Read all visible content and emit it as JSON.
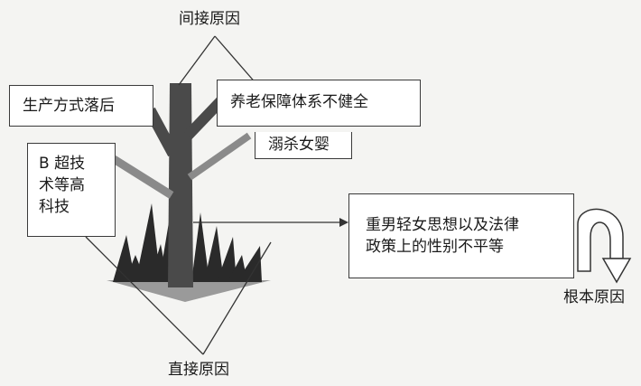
{
  "labels": {
    "indirect_cause": "间接原因",
    "direct_cause": "直接原因",
    "root_cause": "根本原因"
  },
  "boxes": {
    "backward_production": "生产方式落后",
    "pension_system": "养老保障体系不健全",
    "female_infanticide": "溺杀女婴",
    "b_ultrasound_line1": "B 超技",
    "b_ultrasound_line2": "术等高",
    "b_ultrasound_line3": "科技",
    "root_line1": "重男轻女思想以及法律",
    "root_line2": "政策上的性别不平等"
  }
}
